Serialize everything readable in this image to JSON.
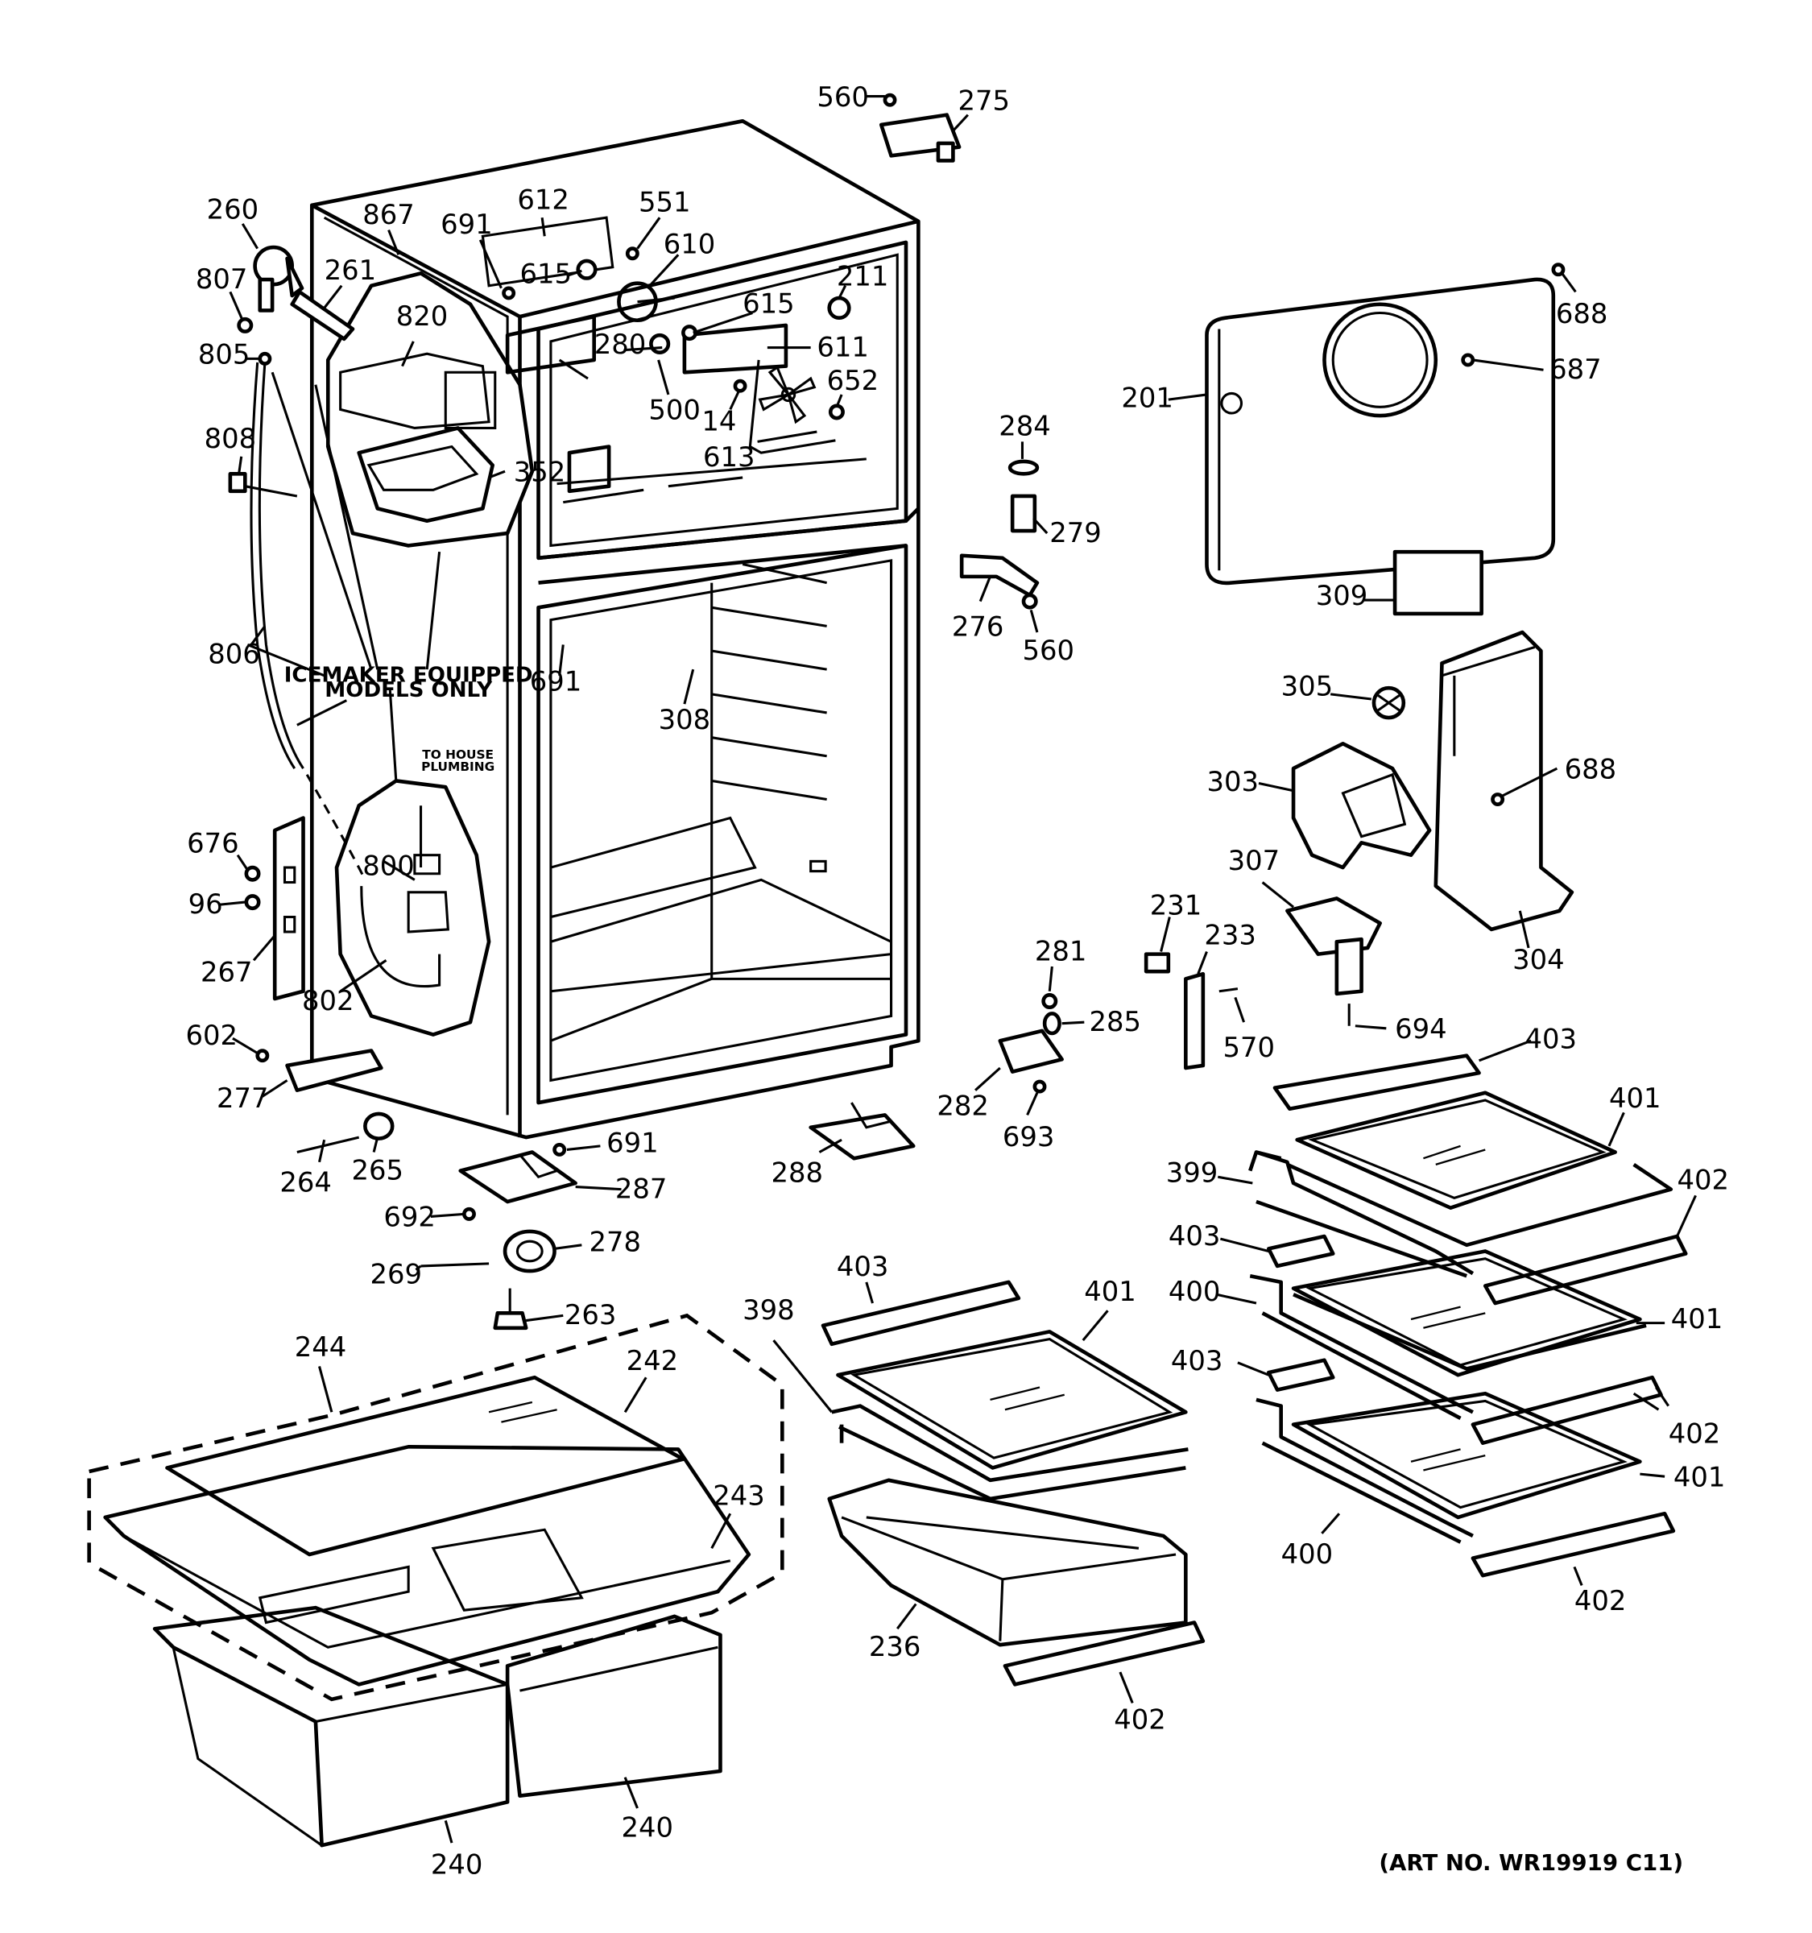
{
  "notes": {
    "icemaker": [
      "ICEMAKER EQUIPPED",
      "MODELS ONLY"
    ],
    "plumbing": [
      "TO HOUSE",
      "PLUMBING"
    ]
  },
  "art_number": "(ART NO. WR19919 C11)",
  "labels": {
    "l560a": "560",
    "l275": "275",
    "l260": "260",
    "l867": "867",
    "l612": "612",
    "l551": "551",
    "l691a": "691",
    "l807": "807",
    "l261": "261",
    "l615a": "615",
    "l610": "610",
    "l211": "211",
    "l615b": "615",
    "l805": "805",
    "l820": "820",
    "l280": "280",
    "l611": "611",
    "l652": "652",
    "l500": "500",
    "l14": "14",
    "l808": "808",
    "l613": "613",
    "l352": "352",
    "l284": "284",
    "l279": "279",
    "l276": "276",
    "l560b": "560",
    "l201": "201",
    "l688a": "688",
    "l687": "687",
    "l309": "309",
    "l305": "305",
    "l303": "303",
    "l688b": "688",
    "l307": "307",
    "l304": "304",
    "l806": "806",
    "l691b": "691",
    "l308": "308",
    "l676": "676",
    "l800": "800",
    "l96": "96",
    "l267": "267",
    "l802": "802",
    "l281": "281",
    "l285": "285",
    "l231": "231",
    "l233": "233",
    "l570": "570",
    "l694": "694",
    "l602": "602",
    "l277": "277",
    "l282": "282",
    "l693": "693",
    "l403a": "403",
    "l401a": "401",
    "l264": "264",
    "l265": "265",
    "l691c": "691",
    "l287": "287",
    "l288": "288",
    "l399": "399",
    "l402a": "402",
    "l692": "692",
    "l278": "278",
    "l403b": "403",
    "l269": "269",
    "l263": "263",
    "l403c": "403",
    "l401b": "401",
    "l400a": "400",
    "l401c": "401",
    "l398": "398",
    "l244": "244",
    "l242": "242",
    "l403d": "403",
    "l402b": "402",
    "l243": "243",
    "l401d": "401",
    "l400b": "400",
    "l236": "236",
    "l402c": "402",
    "l402d": "402",
    "l240a": "240",
    "l240b": "240"
  }
}
